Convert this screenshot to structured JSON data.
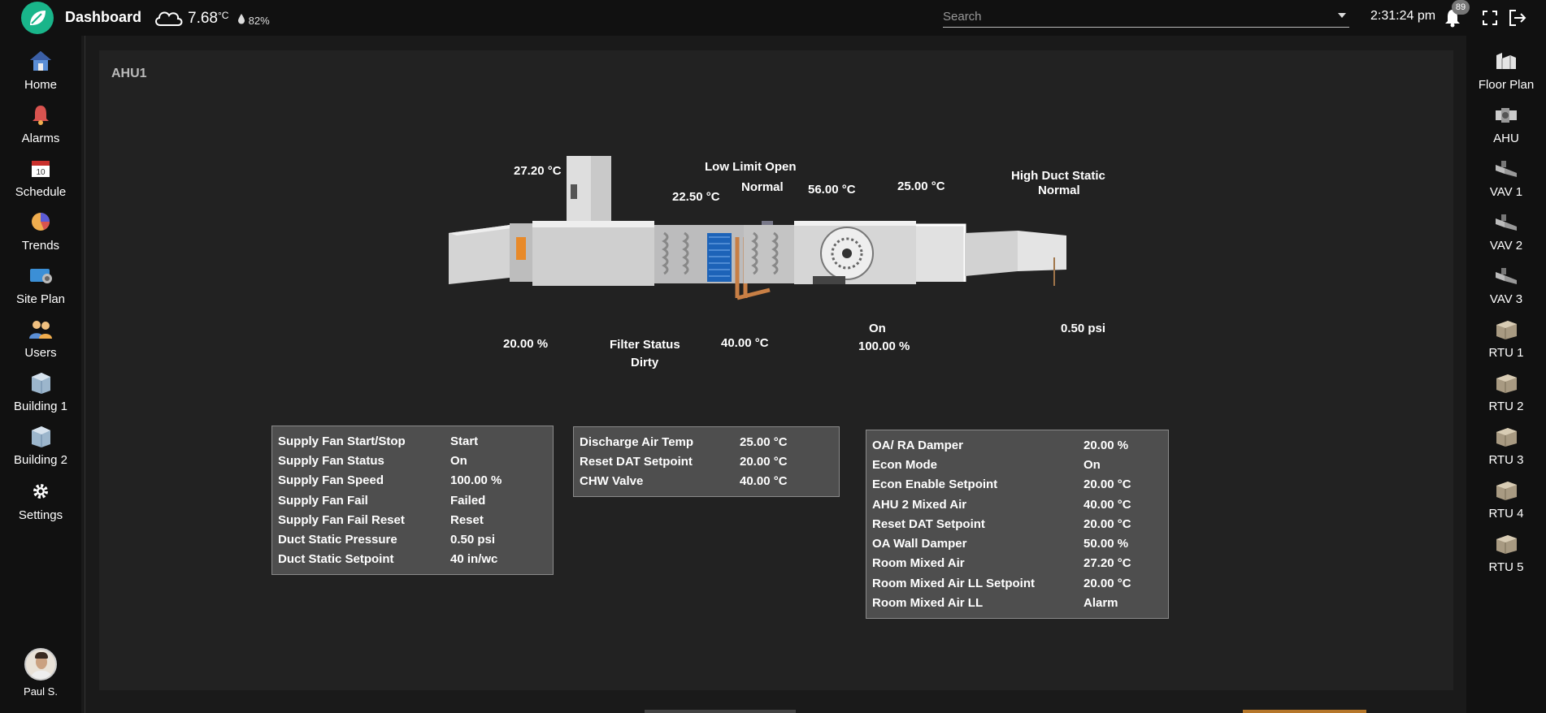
{
  "topbar": {
    "title": "Dashboard",
    "temperature": "7.68",
    "temperature_unit": "°C",
    "humidity": "82%",
    "search_placeholder": "Search",
    "time": "2:31:24 pm",
    "notification_count": "89"
  },
  "sidebar_left": {
    "items": [
      {
        "label": "Home",
        "icon": "home-icon"
      },
      {
        "label": "Alarms",
        "icon": "alarm-bell-icon"
      },
      {
        "label": "Schedule",
        "icon": "calendar-icon"
      },
      {
        "label": "Trends",
        "icon": "pie-chart-icon"
      },
      {
        "label": "Site Plan",
        "icon": "site-plan-icon"
      },
      {
        "label": "Users",
        "icon": "users-icon"
      },
      {
        "label": "Building 1",
        "icon": "building-icon"
      },
      {
        "label": "Building 2",
        "icon": "building-icon"
      },
      {
        "label": "Settings",
        "icon": "gear-icon"
      }
    ],
    "user": "Paul S."
  },
  "sidebar_right": {
    "items": [
      {
        "label": "Floor Plan",
        "icon": "floor-plan-icon"
      },
      {
        "label": "AHU",
        "icon": "ahu-icon"
      },
      {
        "label": "VAV 1",
        "icon": "vav-icon"
      },
      {
        "label": "VAV 2",
        "icon": "vav-icon"
      },
      {
        "label": "VAV 3",
        "icon": "vav-icon"
      },
      {
        "label": "RTU 1",
        "icon": "rtu-icon"
      },
      {
        "label": "RTU 2",
        "icon": "rtu-icon"
      },
      {
        "label": "RTU 3",
        "icon": "rtu-icon"
      },
      {
        "label": "RTU 4",
        "icon": "rtu-icon"
      },
      {
        "label": "RTU 5",
        "icon": "rtu-icon"
      }
    ]
  },
  "panel": {
    "title": "AHU1"
  },
  "diagram": {
    "room_mixed_air": "27.20 °C",
    "low_limit": "Low Limit Open",
    "low_limit_status": "Normal",
    "temp_after_filter": "22.50 °C",
    "temp_after_coil": "56.00 °C",
    "discharge_temp": "25.00 °C",
    "high_duct_static": "High Duct Static",
    "high_duct_static_status": "Normal",
    "damper": "20.00 %",
    "filter_status": "Filter Status",
    "filter_status_value": "Dirty",
    "chw_valve": "40.00 °C",
    "fan_status": "On",
    "fan_speed": "100.00 %",
    "duct_static": "0.50 psi"
  },
  "tables": {
    "supply_fan": [
      {
        "key": "Supply Fan Start/Stop",
        "value": "Start"
      },
      {
        "key": "Supply Fan Status",
        "value": "On"
      },
      {
        "key": "Supply Fan Speed",
        "value": "100.00 %"
      },
      {
        "key": "Supply Fan Fail",
        "value": "Failed"
      },
      {
        "key": "Supply Fan Fail Reset",
        "value": "Reset"
      },
      {
        "key": "Duct Static Pressure",
        "value": "0.50 psi"
      },
      {
        "key": "Duct Static Setpoint",
        "value": "40 in/wc"
      }
    ],
    "discharge": [
      {
        "key": "Discharge Air Temp",
        "value": "25.00 °C"
      },
      {
        "key": "Reset DAT Setpoint",
        "value": "20.00 °C"
      },
      {
        "key": "CHW Valve",
        "value": "40.00 °C"
      }
    ],
    "economizer": [
      {
        "key": "OA/ RA Damper",
        "value": "20.00 %"
      },
      {
        "key": "Econ Mode",
        "value": "On"
      },
      {
        "key": "Econ Enable Setpoint",
        "value": "20.00 °C"
      },
      {
        "key": "AHU 2 Mixed Air",
        "value": "40.00 °C"
      },
      {
        "key": "Reset DAT Setpoint",
        "value": "20.00 °C"
      },
      {
        "key": "OA Wall Damper",
        "value": "50.00 %"
      },
      {
        "key": "Room Mixed Air",
        "value": "27.20 °C"
      },
      {
        "key": "Room Mixed Air LL Setpoint",
        "value": "20.00 °C"
      },
      {
        "key": "Room Mixed Air LL",
        "value": "Alarm"
      }
    ]
  }
}
